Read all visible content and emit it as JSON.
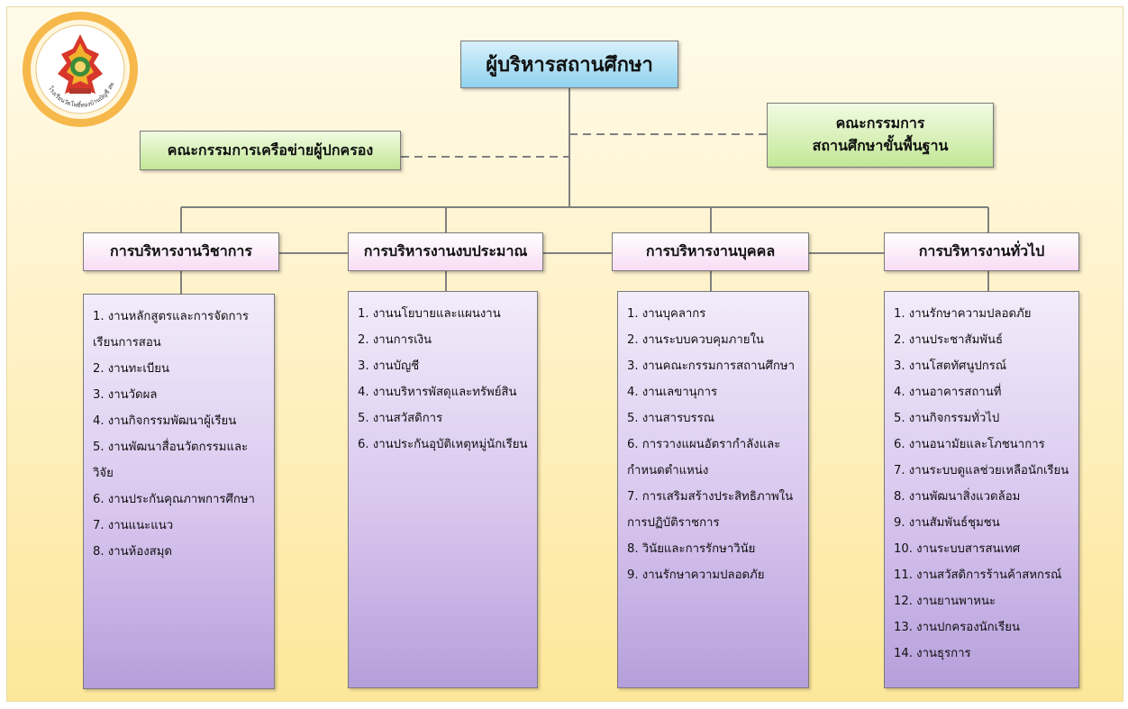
{
  "logo": {
    "icon": "school-emblem-icon",
    "caption": "โรงเรียนวัดโพธิ์ทองบ้านบัญชี สพป.ชลบุรี เขต ๓"
  },
  "top": {
    "title": "ผู้บริหารสถานศึกษา"
  },
  "network_committee": {
    "label": "คณะกรรมการเครือข่ายผู้ปกครอง"
  },
  "basic_committee": {
    "line1": "คณะกรรมการ",
    "line2": "สถานศึกษาขั้นพื้นฐาน"
  },
  "departments": [
    {
      "title": "การบริหารงานวิชาการ",
      "items": [
        "1. งานหลักสูตรและการจัดการ",
        "เรียนการสอน",
        "2. งานทะเบียน",
        "3. งานวัดผล",
        "4. งานกิจกรรมพัฒนาผู้เรียน",
        "5. งานพัฒนาสื่อนวัตกรรมและ",
        "วิจัย",
        "6. งานประกันคุณภาพการศึกษา",
        "7. งานแนะแนว",
        "8. งานห้องสมุด"
      ]
    },
    {
      "title": "การบริหารงานงบประมาณ",
      "items": [
        "1. งานนโยบายและแผนงาน",
        "2. งานการเงิน",
        "3. งานบัญชี",
        "4. งานบริหารพัสดุและทรัพย์สิน",
        "5. งานสวัสดิการ",
        "6. งานประกันอุบัติเหตุหมู่นักเรียน"
      ]
    },
    {
      "title": "การบริหารงานบุคคล",
      "items": [
        "1. งานบุคลากร",
        "2. งานระบบควบคุมภายใน",
        "3. งานคณะกรรมการสถานศึกษา",
        "4. งานเลขานุการ",
        "5. งานสารบรรณ",
        "6. การวางแผนอัตรากำลังและ",
        "กำหนดตำแหน่ง",
        "7. การเสริมสร้างประสิทธิภาพใน",
        "การปฏิบัติราชการ",
        "8. วินัยและการรักษาวินัย",
        "9. งานรักษาความปลอดภัย"
      ]
    },
    {
      "title": "การบริหารงานทั่วไป",
      "items": [
        "1. งานรักษาความปลอดภัย",
        "2. งานประชาสัมพันธ์",
        "3. งานโสตทัศนูปกรณ์",
        "4. งานอาคารสถานที่",
        "5. งานกิจกรรมทั่วไป",
        "6. งานอนามัยและโภชนาการ",
        "7. งานระบบดูแลช่วยเหลือนักเรียน",
        "8. งานพัฒนาสิ่งแวดล้อม",
        "9. งานสัมพันธ์ชุมชน",
        "10. งานระบบสารสนเทศ",
        "11. งานสวัสดิการร้านค้าสหกรณ์",
        "12. งานยานพาหนะ",
        "13. งานปกครองนักเรียน",
        "14. งานธุรการ"
      ]
    }
  ]
}
